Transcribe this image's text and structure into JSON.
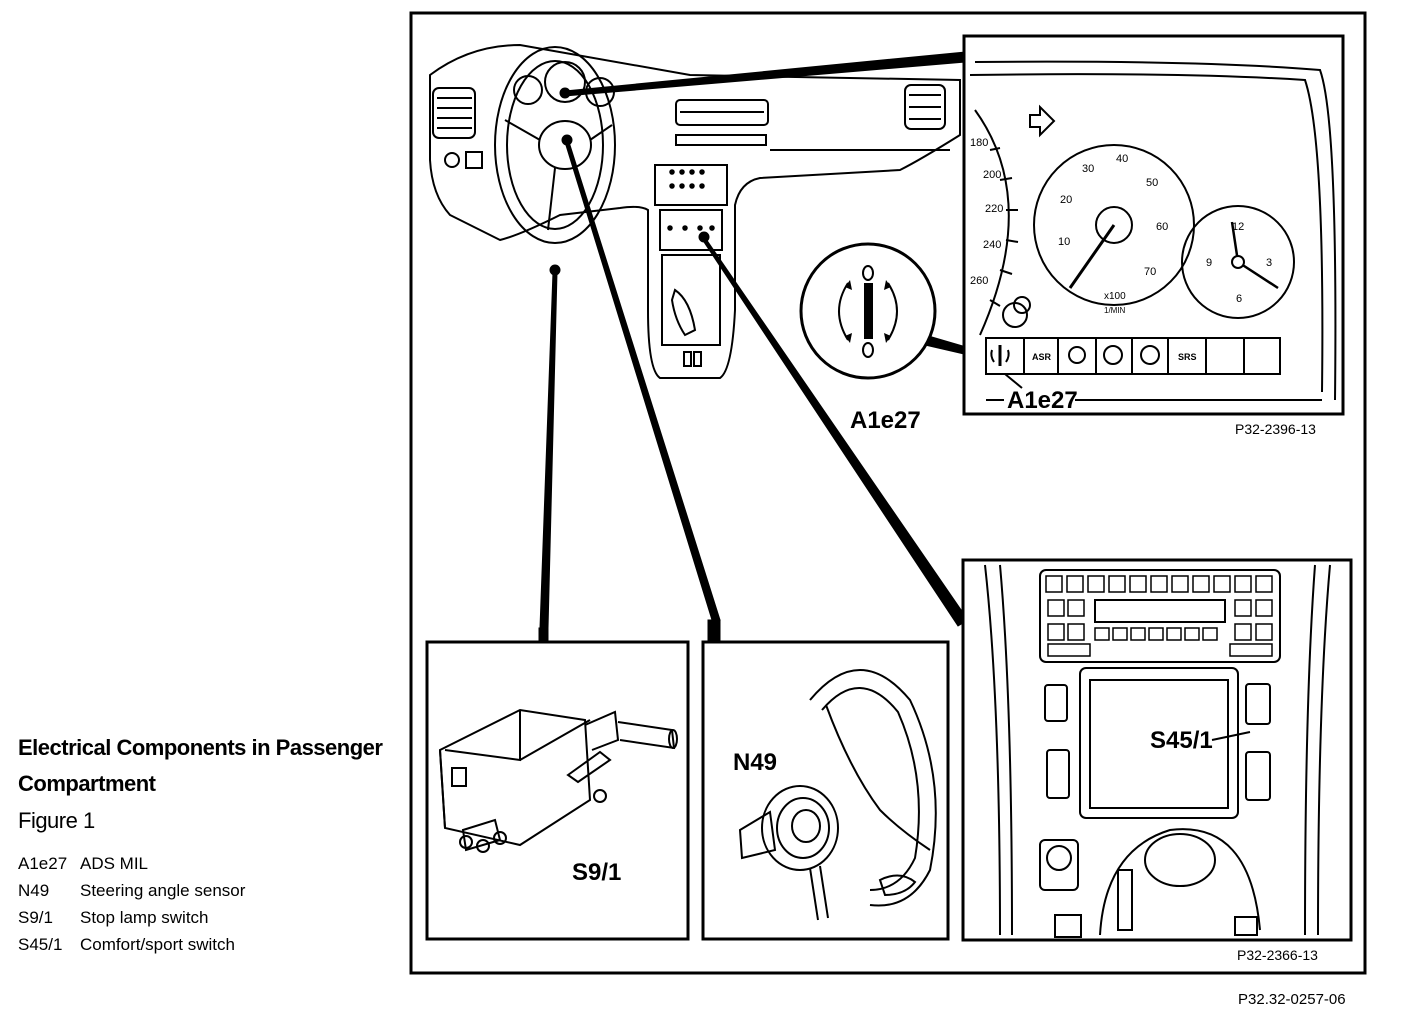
{
  "caption": {
    "title": "Electrical Components in Passenger Compartment",
    "figure": "Figure 1"
  },
  "legend": [
    {
      "code": "A1e27",
      "desc": "ADS MIL"
    },
    {
      "code": "N49",
      "desc": "Steering angle sensor"
    },
    {
      "code": "S9/1",
      "desc": "Stop lamp switch"
    },
    {
      "code": "S45/1",
      "desc": "Comfort/sport switch"
    }
  ],
  "callouts": {
    "a1e27_cluster": "A1e27",
    "a1e27_zoom": "A1e27",
    "n49": "N49",
    "s9_1": "S9/1",
    "s45_1": "S45/1"
  },
  "references": {
    "cluster_panel": "P32-2396-13",
    "console_panel": "P32-2366-13",
    "figure": "P32.32-0257-06"
  },
  "speedometer_ticks": [
    "180",
    "200",
    "220",
    "240",
    "260"
  ],
  "tachometer_ticks": [
    "10",
    "20",
    "30",
    "40",
    "50",
    "60",
    "70"
  ],
  "tachometer_unit": [
    "x100",
    "1/MIN"
  ],
  "clock_numbers": [
    "12",
    "3",
    "6",
    "9"
  ],
  "warning_lamps": [
    "ASR",
    "SRS"
  ]
}
